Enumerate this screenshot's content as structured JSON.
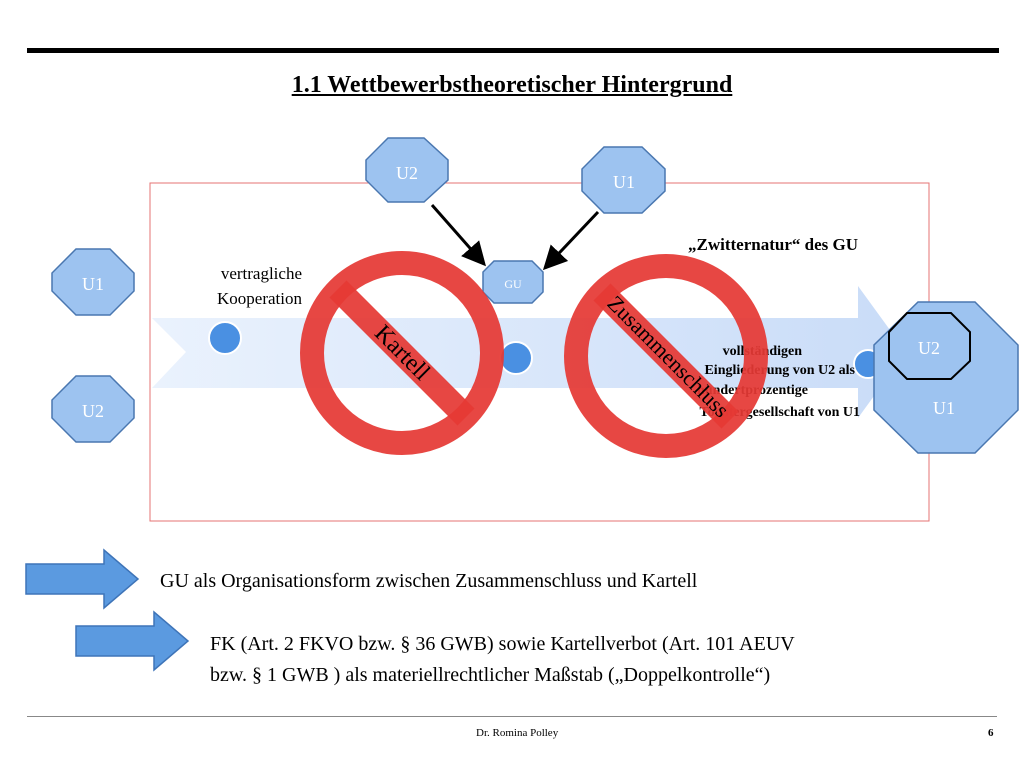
{
  "title": "1.1 Wettbewerbstheoretischer Hintergrund",
  "diagram": {
    "left_u1": "U1",
    "left_u2": "U2",
    "top_u2": "U2",
    "top_u1": "U1",
    "gu": "GU",
    "vertragliche_line1": "vertragliche",
    "vertragliche_line2": "Kooperation",
    "zwitternatur": "„Zwitternatur“ des GU",
    "right_text_line1": "vollständigen",
    "right_text_line2": "Eingliederung von U2 als",
    "right_text_line3": "hundertprozentige",
    "right_text_line4": "Tochtergesellschaft von U1",
    "right_big_u2": "U2",
    "right_big_u1": "U1",
    "kartell_label": "Kartell",
    "zusammenschluss_label": "Zusammenschluss"
  },
  "bullets": {
    "line1": "GU als Organisationsform zwischen Zusammenschluss und Kartell",
    "line2a": "FK (Art. 2 FKVO bzw. § 36 GWB) sowie Kartellverbot (Art. 101 AEUV",
    "line2b": "bzw. § 1 GWB ) als materiellrechtlicher Maßstab („Doppelkontrolle“)"
  },
  "footer": {
    "author": "Dr. Romina Polley",
    "page": "6"
  },
  "colors": {
    "octagon_fill": "#9dc3f0",
    "octagon_stroke": "#4a77b0",
    "no_sign": "#e53935",
    "frame": "#e57373",
    "band": "#d4e5fb",
    "arrow_fill": "#5b9ae0"
  }
}
